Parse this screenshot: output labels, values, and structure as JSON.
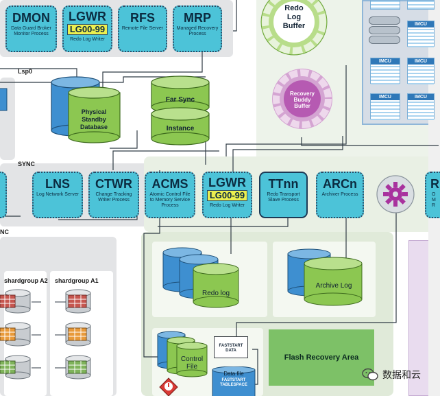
{
  "processes": {
    "dmon": {
      "name": "DMON",
      "desc": "Data Guard Broker Monitor Process"
    },
    "lgwr_top": {
      "name": "LGWR",
      "tag": "LG00-99",
      "desc": "Redo Log Writer"
    },
    "rfs": {
      "name": "RFS",
      "desc": "Remote File Server"
    },
    "mrp": {
      "name": "MRP",
      "desc": "Managed Recovery Process"
    },
    "lns": {
      "name": "LNS",
      "desc": "Log Network Server"
    },
    "ctwr": {
      "name": "CTWR",
      "desc": "Change Tracking Writer Process"
    },
    "acms": {
      "name": "ACMS",
      "desc": "Atomic Control File to Memory Service Process"
    },
    "lgwr_main": {
      "name": "LGWR",
      "tag": "LG00-99",
      "desc": "Redo Log Writer"
    },
    "ttnn": {
      "name": "TTnn",
      "desc": "Redo Transport Slave Process"
    },
    "arcn": {
      "name": "ARCn",
      "desc": "Archiver Process"
    },
    "r_partial": {
      "name": "R",
      "desc": "O M R"
    }
  },
  "labels": {
    "lsp0": "Lsp0",
    "sync": "SYNC",
    "nc": "NC",
    "shardgroup_a2": "shardgroup A2",
    "shardgroup_a1": "shardgroup A1"
  },
  "databases": {
    "physical_standby": "Physical Standby Database",
    "far_sync": "Far Sync",
    "instance": "Instance",
    "redo_log": "Redo  log",
    "archive_log": "Archive Log",
    "control_file": "Control File",
    "data_file": "Data file",
    "fs_tablespace": "FASTSTART TABLESPACE",
    "fs_data": "FASTSTART DATA"
  },
  "buffers": {
    "redo_log_buffer": "Redo Log Buffer",
    "recovery_buddy_buffer": "Recovery Buddy Buffer"
  },
  "imcu": {
    "label": "IMCU"
  },
  "flash_recovery_area": "Flash Recovery Area",
  "watermark": "数据和云",
  "colors": {
    "process_fill": "#4cc3d8",
    "process_border": "#2a4a66",
    "tag_fill": "#ecef4f",
    "blue_db": "#3e8fd0",
    "green_db": "#8cc751",
    "panel_gray": "#e3e4e6",
    "panel_green": "#e9f0e4",
    "imcu_blue": "#2f78b8",
    "buffer_purple": "#b65ab2"
  },
  "icons": [
    "gear-icon",
    "wechat-icon",
    "alert-icon"
  ]
}
